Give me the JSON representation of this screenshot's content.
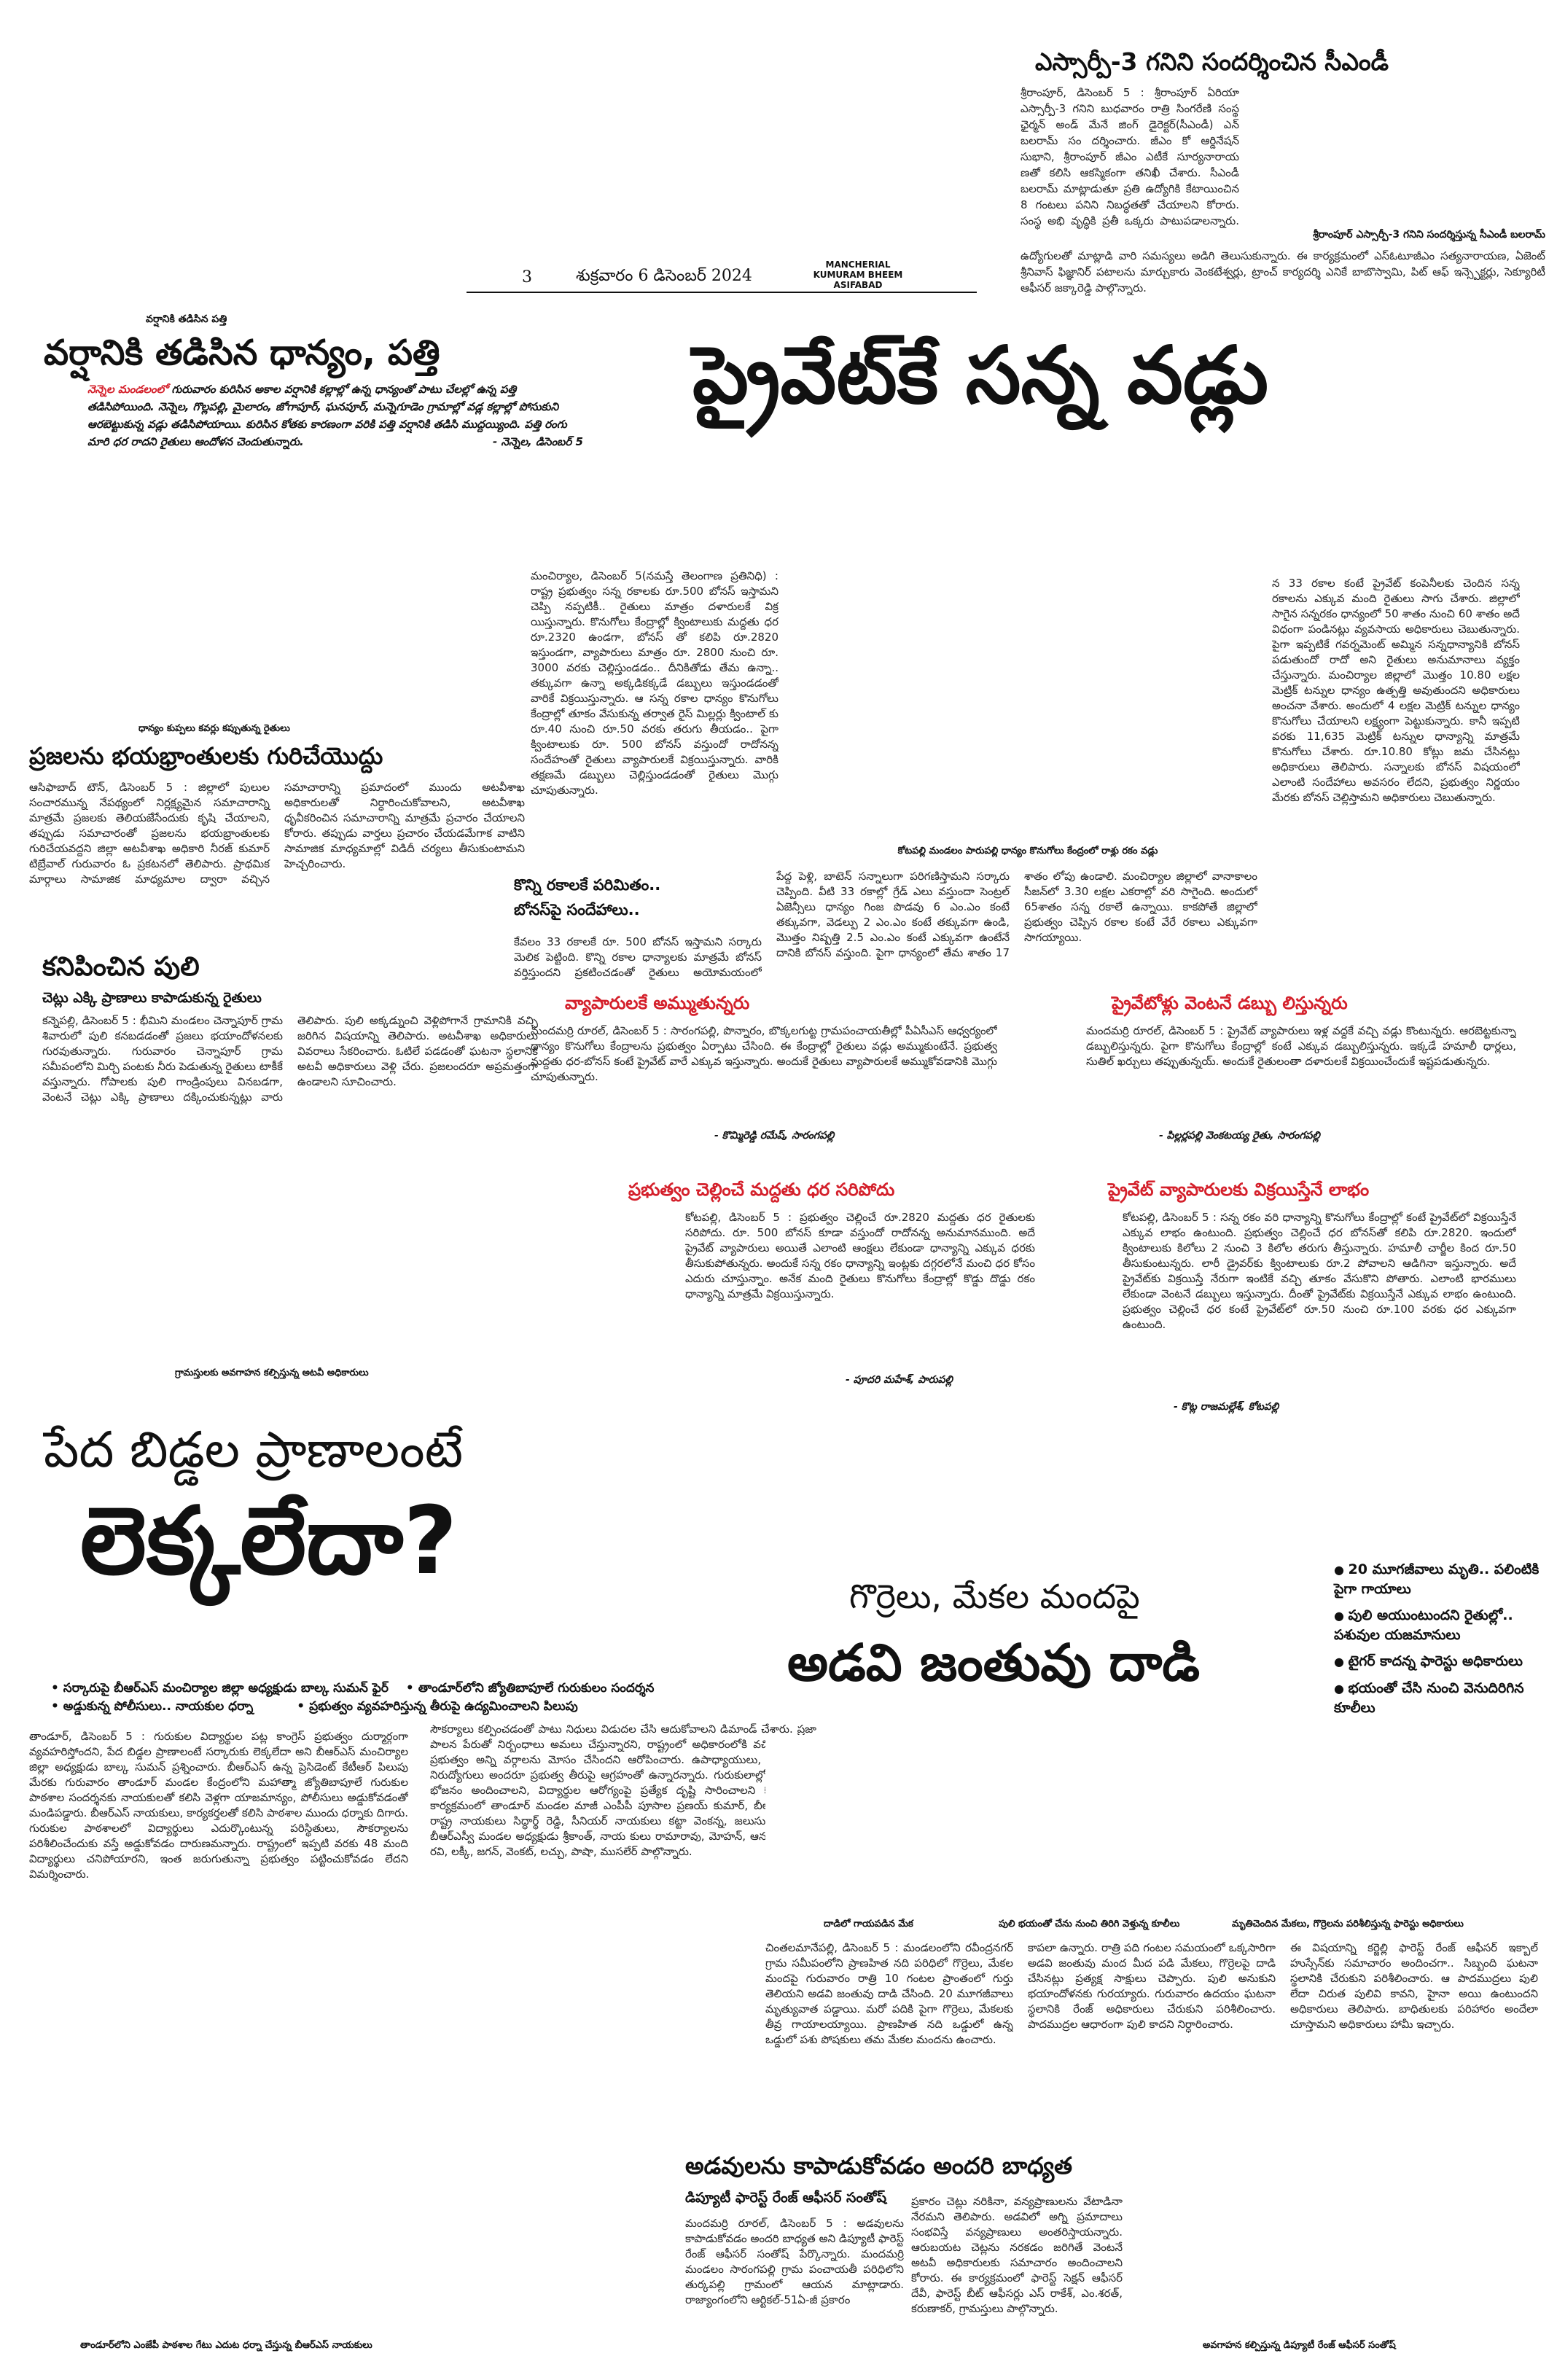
{
  "masthead": {
    "page_no": "3",
    "date": "శుక్రవారం 6 డిసెంబర్ 2024",
    "edition_1": "MANCHERIAL",
    "edition_2": "KUMURAM BHEEM",
    "edition_3": "ASIFABAD"
  },
  "cmd_story": {
    "headline": "ఎస్సార్పీ-3 గనిని సందర్శించిన సీఎండీ",
    "body": "శ్రీరాంపూర్, డిసెంబర్ 5 : శ్రీరాంపూర్ ఏరియా ఎస్సార్పీ-3 గనిని బుధవారం రాత్రి సింగరేణి సంస్థ ఛైర్మన్ అండ్ మేనే జింగ్ డైరెక్టర్(సీఎండీ) ఎన్ బలరామ్ సం దర్శించారు. జీఎం కో ఆర్డినేషన్ సుభాని, శ్రీరాంపూర్ జీఎం ఎటీకే సూర్యనారాయ ణతో కలిసి ఆకస్మికంగా తనిఖీ చేశారు. సీఎండీ బలరామ్ మాట్లాడుతూ ప్రతి ఉద్యోగికి కేటాయించిన 8 గంటలు పనిని నిబద్ధతతో చేయాలని కోరారు. సంస్థ అభి వృద్ధికి ప్రతీ ఒక్కరు పాటుపడాలన్నారు. ఉద్యోగులతో మాట్లాడి వారి సమస్యలు అడిగి తెలుసుకున్నారు. ఈ కార్యక్రమంలో ఎస్ఓటూజీఎం సత్యనారాయణ, ఏజెంట్ శ్రీనివాస్ ఫిజ్ఞానిర్ పటాలను మార్చుకారు వెంకటేశ్వర్లు, ట్రాంచ్ కార్యదర్శి ఎనికే బాబొస్వామి, పిట్ ఆఫ్ ఇన్స్పెక్టర్లు, సెక్యూరిటీ ఆఫీసర్ జక్కారెడ్డి పాల్గొన్నారు.",
    "caption": "శ్రీరాంపూర్ ఎస్సార్పీ-3 గనిని సందర్శిస్తున్న సీఎండీ బలరామ్"
  },
  "grain_story": {
    "kicker": "వర్షానికి తడిసిన పత్తి",
    "headline": "వర్షానికి తడిసిన ధాన్యం, పత్తి",
    "body_lead": "నెన్నెల మండలంలో",
    "body": " గురువారం కురిసిన అకాల వర్షానికి కల్లాల్లో ఉన్న ధాన్యంతో పాటు చేలల్లో ఉన్న పత్తి తడిసిపోయింది. నెన్నెల, గొల్లపల్లి, మైలారం, జోగాపూర్, ఘనపూర్, మన్నెగూడెం గ్రామాల్లో వడ్ల కల్లాల్లో పోసుకుని ఆరబెట్టుకున్న వడ్లు తడిసిపోయాయి. కురిసిన కోతకు కారణంగా వరికి పత్తి వర్షానికి తడిసి ముద్దయ్యింది. పత్తి రంగు మారి ధర రాదని రైతులు ఆందోళన చెందుతున్నారు.",
    "credit": "- నెన్నెల, డిసెంబర్ 5"
  },
  "lead_story": {
    "headline": "ప్రైవేట్‌కే సన్న వడ్లు",
    "col1": "మంచిర్యాల, డిసెంబర్ 5(నమస్తే తెలంగాణ ప్రతినిధి) : రాష్ట్ర ప్రభుత్వం సన్న రకాలకు రూ.500 బోనస్ ఇస్తామని చెప్పి నప్పటికీ.. రైతులు మాత్రం దళారులకే విక్ర యిస్తున్నారు. కొనుగోలు కేంద్రాల్లో క్వింటాలుకు మద్దతు ధర రూ.2320 ఉండగా, బోనస్ తో కలిపి రూ.2820 ఇస్తుండగా, వ్యాపారులు మాత్రం రూ. 2800 నుంచి రూ. 3000 వరకు చెల్లిస్తుండడం.. దీనికితోడు తేమ ఉన్నా.. తక్కువగా ఉన్నా అక్కడికక్కడే డబ్బులు ఇస్తుండడంతో వారికే విక్రయిస్తున్నారు. ఆ సన్న రకాల ధాన్యం కొనుగోలు కేంద్రాల్లో తూకం వేసుకున్న తర్వాత రైస్ మిల్లర్లు క్వింటాల్ కు రూ.40 నుంచి రూ.50 వరకు తరుగు తీయడం.. పైగా క్వింటాలుకు రూ. 500 బోనస్ వస్తుందో రాదోనన్న సందేహంతో రైతులు వ్యాపారులకే విక్రయిస్తున్నారు. వారికి తక్షణమే డబ్బులు చెల్లిస్తుండడంతో రైతులు మొగ్గు చూపుతున్నారు.",
    "col2": "న 33 రకాల కంటే ప్రైవేట్ కంపెనీలకు చెందిన సన్న రకాలను ఎక్కువ మంది రైతులు సాగు చేశారు. జిల్లాలో సాగైన సన్నరకం ధాన్యంలో 50 శాతం నుంచి 60 శాతం అదే విధంగా పండినట్లు వ్యవసాయ అధికారులు చెబుతున్నారు. పైగా ఇప్పటికే గవర్నమెంట్ అమ్మిన సన్నధాన్యానికి బోనస్ పడుతుందో రాదో అని రైతులు అనుమానాలు వ్యక్తం చేస్తున్నారు. మంచిర్యాల జిల్లాలో మొత్తం 10.80 లక్షల మెట్రిక్ టన్నుల ధాన్యం ఉత్పత్తి అవుతుందని అధికారులు అంచనా వేశారు. అందులో 4 లక్షల మెట్రిక్ టన్నుల ధాన్యం కొనుగోలు చేయాలని లక్ష్యంగా పెట్టుకున్నారు. కానీ ఇప్పటి వరకు 11,635 మెట్రిక్ టన్నుల ధాన్యాన్ని మాత్రమే కొనుగోలు చేశారు. రూ.10.80 కోట్లు జమ చేసినట్లు అధికారులు తెలిపారు. సన్నాలకు బోనస్ విషయంలో ఎలాంటి సందేహాలు అవసరం లేదని, ప్రభుత్వం నిర్ణయం మేరకు బోనస్ చెల్లిస్తామని అధికారులు చెబుతున్నారు.",
    "inner_kicker": "కొన్ని రకాలకే పరిమితం..",
    "inner_kicker_2": "బోనస్‌పై సందేహాలు..",
    "inner_body": "కేవలం 33 రకాలకే రూ. 500 బోనస్ ఇస్తామని సర్కారు మెలిక పెట్టింది. కొన్ని రకాల ధాన్యాలకు మాత్రమే బోనస్ వర్తిస్తుందని ప్రకటించడంతో రైతులు అయోమయంలో పడ్డారు.",
    "photo_caption": "కోటపల్లి మండలం పారుపల్లి ధాన్యం కొనుగోలు కేంద్రంలో రాశ్లు రకం వడ్లు",
    "col3": "పేద్ద పెళ్లి, బాటెన్ సన్నాలుగా పరిగణిస్తామని సర్కారు చెప్పింది. వీటి 33 రకాల్లో గ్రేడ్ ఎలు వస్తుందా సెంట్రల్ ఏజెన్సీలు ధాన్యం గింజ పొడవు 6 ఎం.ఎం కంటే తక్కువగా, వెడల్పు 2 ఎం.ఎం కంటే తక్కువగా ఉండి, మొత్తం నిష్పత్తి 2.5 ఎం.ఎం కంటే ఎక్కువగా ఉంటేనే దానికి బోనస్ వస్తుంది. పైగా ధాన్యంలో తేమ శాతం 17 శాతం లోపు ఉండాలి. మంచిర్యాల జిల్లాలో వానాకాలం సీజన్‌లో 3.30 లక్షల ఎకరాల్లో వరి సాగైంది. అందులో 65శాతం సన్న రకాలే ఉన్నాయి. కాకపోతే జిల్లాలో ప్రభుత్వం చెప్పిన రకాల కంటే వేరే రకాలు ఎక్కువగా సాగయ్యాయి."
  },
  "side_stories": {
    "fear_kicker": "ధాన్యం కుప్పలు కవర్లు కప్పుతున్న రైతులు",
    "fear_headline": "ప్రజలను భయభ్రాంతులకు గురిచేయొద్దు",
    "fear_body": "ఆసిఫాబాద్ టౌన్, డిసెంబర్ 5 : జిల్లాలో పులుల సంచారమున్న నేపథ్యంలో నిర్లక్ష్యమైన సమాచారాన్ని మాత్రమే ప్రజలకు తెలియజేసేందుకు కృషి చేయాలని, తప్పుడు సమాచారంతో ప్రజలను భయభ్రాంతులకు గురిచేయవద్దని జిల్లా అటవీశాఖ అధికారి నీరజ్ కుమార్ టిబ్రేవాల్ గురువారం ఓ ప్రకటనలో తెలిపారు. ప్రాథమిక మార్గాలు సామాజిక మాధ్యమాల ద్వారా వచ్చిన సమాచారాన్ని ప్రమాదంలో ముందు అటవీశాఖ అధికారులతో నిర్ధారించుకోవాలని, అటవీశాఖ ధృవీకరించిన సమాచారాన్ని మాత్రమే ప్రచారం చేయాలని కోరారు. తప్పుడు వార్తలు ప్రచారం చేయడమేగాక వాటిని సామాజిక మాధ్యమాల్లో విడిదీ చర్యలు తీసుకుంటామని హెచ్చరించారు.",
    "tiger_headline": "కనిపించిన పులి",
    "tiger_sub": "చెట్లు ఎక్కి ప్రాణాలు కాపాడుకున్న రైతులు",
    "tiger_body": "కన్నెపల్లి, డిసెంబర్ 5 : భీమిని మండలం చెన్నాపూర్ గ్రామ శివారులో పులి కనబడడంతో ప్రజలు భయాందోళనలకు గురవుతున్నారు. గురువారం చెన్నాపూర్ గ్రామ సమీపంలోని మిర్చి పంటకు నీరు పెడుతున్న రైతులు టాకీకే వస్తున్నారు. గోపాలకు పులి గాండ్రింపులు వినబడగా, వెంటనే చెట్లు ఎక్కి ప్రాణాలు దక్కించుకున్నట్లు వారు తెలిపారు. పులి అక్కడ్నుంచి వెళ్లిపోగానే గ్రామానికి వచ్చి జరిగిన విషయాన్ని తెలిపారు. అటవీశాఖ అధికారులు వివరాలు సేకరించారు. ఓటిలే పడడంతో ఘటనా స్థలానికి అటవీ అధికారులు వెళ్లి చేరు. ప్రజలందరూ అప్రమత్తంగా ఉండాలని సూచించారు."
  },
  "traders_story": {
    "headline": "వ్యాపారులకే అమ్ముతున్నరు",
    "body": "మందమర్రి రూరల్, డిసెంబర్ 5 : సారంగపల్లి, పొన్నారం, బొక్కలగుట్ట గ్రామపంచాయతీల్లో పీఏసీఎస్ ఆధ్వర్యంలో ధాన్యం కొనుగోలు కేంద్రాలను ప్రభుత్వం ఏర్పాటు చేసింది. ఈ కేంద్రాల్లో రైతులు వడ్లు అమ్ముకుంటేనే. ప్రభుత్వ మద్దతు ధర-బోనస్ కంటే ప్రైవేట్ వారే ఎక్కువ ఇస్తున్నారు. అందుకే రైతులు వ్యాపారులకే అమ్ముకోవడానికి మొగ్గు చూపుతున్నారు.",
    "credit": "- కొమ్మిరెడ్డి రమేష్, సారంగపల్లి"
  },
  "money_story": {
    "headline": "ప్రైవేటోళ్లు వెంటనే డబ్బు లిస్తున్నరు",
    "body": "మందమర్రి రూరల్, డిసెంబర్ 5 : ప్రైవేట్ వ్యాపారులు ఇళ్ల వద్దకే వచ్చి వడ్లు కొంటున్నరు. ఆరబెట్టకున్నా డబ్బులిస్తున్నరు. పైగా కొనుగోలు కేంద్రాల్లో కంటే ఎక్కువ డబ్బులిస్తున్నరు. ఇక్కడే హమాలీ ధార్లలు, సుతిల్ ఖర్చులు తప్పుతున్నయ్. అందుకే రైతులంతా దళారులకే విక్రయించేందుకే ఇష్టపడుతున్నరు.",
    "credit": "- పిల్లర్లపల్లి వెంకటయ్య రైతు, సారంగపల్లి"
  },
  "govt_story": {
    "headline": "ప్రభుత్వం చెల్లించే మద్దతు ధర సరిపోదు",
    "body": "కోటపల్లి, డిసెంబర్ 5 : ప్రభుత్వం చెల్లించే రూ.2820 మద్దతు ధర రైతులకు సరిపోదు. రూ. 500 బోనస్ కూడా వస్తుందో రాదోనన్న అనుమానముంది. అదే ప్రైవేట్ వ్యాపారులు అయితే ఎలాంటి ఆంక్షలు లేకుండా ధాన్యాన్ని ఎక్కువ ధరకు తీసుకుపోతున్నరు. అందుకే సన్న రకం ధాన్యాన్ని ఇంట్లకు దగ్గరలోనే మంచి ధర కోసం ఎదురు చూస్తున్నాం. అనేక మంది రైతులు కొనుగోలు కేంద్రాల్లో కొడ్డు దొడ్డు రకం ధాన్యాన్ని మాత్రమే విక్రయిస్తున్నారు.",
    "credit": "- పూదరి మహేశ్, పారుపల్లి"
  },
  "profit_story": {
    "headline": "ప్రైవేట్ వ్యాపారులకు విక్రయిస్తేనే లాభం",
    "body": "కోటపల్లి, డిసెంబర్ 5 : సన్న రకం వరి ధాన్యాన్ని కొనుగోలు కేంద్రాల్లో కంటే ప్రైవేట్‌లో విక్రయిస్తేనే ఎక్కువ లాభం ఉంటుంది. ప్రభుత్వం చెల్లించే ధర బోనస్‌తో కలిపి రూ.2820. ఇందులో క్వింటాలుకు కిలోలు 2 నుంచి 3 కిలోల తరుగు తీస్తున్నారు. హమాలీ చార్జీల కింద రూ.50 తీసుకుంటున్నరు. లారీ డ్రైవర్‌కు క్వింటాలుకు రూ.2 పోవాలని ఆడిగినా ఇస్తున్నారు. అదే ప్రైవేట్‌కు విక్రయిస్తే నేరుగా ఇంటికే వచ్చి తూకం వేసుకొని పోతారు. ఎలాంటి భారములు లేకుండా వెంటనే డబ్బులు ఇస్తున్నారు. దీంతో ప్రైవేట్‌కు విక్రయిస్తేనే ఎక్కువ లాభం ఉంటుంది. ప్రభుత్వం చెల్లించే ధర కంటే ప్రైవేట్‌లో రూ.50 నుంచి రూ.100 వరకు ధర ఎక్కువగా ఉంటుంది.",
    "credit": "- కొట్ల రాజమల్లేశ్, కోటపల్లి"
  },
  "children_story": {
    "kicker": "గ్రామస్తులకు అవగాహన కల్పిస్తున్న అటవీ అధికారులు",
    "headline_1": "పేద బిడ్డల ప్రాణాలంటే",
    "headline_2": "లెక్కలేదా?",
    "points": [
      "సర్కారుపై బీఆర్ఎస్ మంచిర్యాల జిల్లా అధ్యక్షుడు బాల్క సుమన్ ఫైర్",
      "తాండూర్‌లోని జ్యోతిబాపూలే గురుకులం సందర్శన",
      "అడ్డుకున్న పోలీసులు.. నాయకుల ధర్నా",
      "ప్రభుత్వం వ్యవహరిస్తున్న తీరుపై ఉద్యమించాలని పిలుపు"
    ],
    "col1": "తాండూర్, డిసెంబర్ 5 : గురుకుల విద్యార్థుల పట్ల కాంగ్రెస్ ప్రభుత్వం దుర్మార్గంగా వ్యవహరిస్తోందని, పేద బిడ్డల ప్రాణాలంటే సర్కారుకు లెక్కలేదా అని బీఆర్ఎస్ మంచిర్యాల జిల్లా అధ్యక్షుడు బాల్క సుమన్ ప్రశ్నించారు. బీఆర్ఎస్ ఉన్న ప్రెసిడెంట్ కేటీఆర్ పిలుపు మేరకు గురువారం తాండూర్ మండల కేంద్రంలోని మహాత్మా జ్యోతిబాపూలే గురుకుల పాఠశాల సందర్శనకు నాయకులతో కలిసి వెళ్లగా యాజమాన్యం, పోలీసులు అడ్డుకోవడంతో మండిపడ్డారు. బీఆర్ఎస్ నాయకులు, కార్యకర్తలతో కలిసి పాఠశాల ముందు ధర్నాకు దిగారు. గురుకుల పాఠశాలలో విద్యార్థులు ఎదుర్కొంటున్న పరిస్థితులు, సౌకర్యాలను పరిశీలించేందుకు వస్తే అడ్డుకోవడం దారుణమన్నారు. రాష్ట్రంలో ఇప్పటి వరకు 48 మంది విద్యార్థులు చనిపోయారని, ఇంత జరుగుతున్నా ప్రభుత్వం పట్టించుకోవడం లేదని విమర్శించారు.",
    "col2": "సౌకర్యాలు కల్పించడంతో పాటు నిధులు విడుదల చేసి ఆదుకోవాలని డిమాండ్ చేశారు. ప్రజా పాలన పేరుతో నిర్బంధాలు అమలు చేస్తున్నారని, రాష్ట్రంలో అధికారంలోకి వచ్చిన కాంగ్రెస్ ప్రభుత్వం అన్ని వర్గాలను మోసం చేసిందని ఆరోపించారు. ఉపాధ్యాయులు, ఉద్యోగులు, నిరుద్యోగులు అందరూ ప్రభుత్వ తీరుపై ఆగ్రహంతో ఉన్నారన్నారు. గురుకులాల్లో నాణ్యమైన భోజనం అందించాలని, విద్యార్థుల ఆరోగ్యంపై ప్రత్యేక దృష్టి సారించాలని కోరారు. ఈ కార్యక్రమంలో తాండూర్ మండల మాజీ ఎంపీపీ పూసాల ప్రణయ్ ‌కుమార్, బీఆర్ఎస్ పార్టీ రాష్ట్ర నాయకులు సిద్ధార్థ్ రెడ్డి, సీనియర్ నాయకులు కట్టా వెంకన్న, జలుసుగు విజయ్, బీఆర్ఎస్వీ మండల అధ్యక్షుడు శ్రీకాంత్, నాయ కులు రామారావు, మోహన్, ఆనంద్, సాయి, రవి, లక్కీ, జగన్, వెంకట్, లచ్చు, పాషా, ముసలేర్ పాల్గొన్నారు."
  },
  "animals_story": {
    "headline_1": "గొర్రెలు, మేకల మందపై",
    "headline_2": "అడవి జంతువు దాడి",
    "bullets": [
      "20 మూగజీవాలు మృతి.. పలింటికి పైగా గాయాలు",
      "పులి అయుంటుందని రైతుల్లో.. పశువుల యజమానులు",
      "టైగర్ కాదన్న ఫారెస్టు అధికారులు",
      "భయంతో చేసి నుంచి వెనుదిరిగిన కూలీలు"
    ],
    "photo_caption_1": "దాడిలో గాయపడిన మేక",
    "photo_caption_2": "పులి భయంతో చేను నుంచి తిరిగి వెళ్తున్న కూలీలు",
    "photo_caption_3": "మృతిచెందిన మేకలు, గొర్రెలను పరిశీలిస్తున్న ఫారెస్టు అధికారులు",
    "col1": "చింతలమానేపల్లి, డిసెంబర్ 5 : మండలంలోని రవీంద్రనగర్ గ్రామ సమీపంలోని ప్రాణహిత నది పరిధిలో గొర్రెలు, మేకల మందపై గురువారం రాత్రి 10 గంటల ప్రాంతంలో గుర్తు తెలియని అడవి జంతువు దాడి చేసింది. 20 మూగజీవాలు మృత్యువాత పడ్డాయి. మరో పదికి పైగా గొర్రెలు, మేకలకు తీవ్ర గాయాలయ్యాయి. ప్రాణహిత నది ఒడ్డులో ఉన్న ఒడ్డులో పశు పోషకులు తమ మేకల మందను ఉంచారు.",
    "col2": "కాపలా ఉన్నారు. రాత్రి పది గంటల సమయంలో ఒక్కసారిగా అడవి జంతువు మంద మీద పడి మేకలు, గొర్రెలపై దాడి చేసినట్లు ప్రత్యక్ష సాక్షులు చెప్పారు. పులి అనుకుని భయాందోళనకు గురయ్యారు. గురువారం ఉదయం ఘటనా స్థలానికి రేంజ్ అధికారులు చేరుకుని పరిశీలించారు. పాదముద్రల ఆధారంగా పులి కాదని నిర్ధారించారు.",
    "col3": "ఈ విషయాన్ని కర్జెల్లి ఫారెస్ట్ రేంజ్ ఆఫీసర్ ఇక్బాల్ హుస్సేన్‌కు సమాచారం అందించగా.. సిబ్బంది ఘటనా స్థలానికి చేరుకుని పరిశీలించారు. ఆ పాదముద్రలు పులి లేదా చిరుత పులివి కావని, హైనా అయి ఉంటుందని అధికారులు తెలిపారు. బాధితులకు పరిహారం అందేలా చూస్తామని అధికారులు హామీ ఇచ్చారు."
  },
  "forest_story": {
    "headline": "అడవులను కాపాడుకోవడం అందరి బాధ్యత",
    "sub": "డిప్యూటీ ఫారెస్ట్ రేంజ్ ఆఫీసర్ సంతోష్",
    "col1": "మందమర్రి రూరల్, డిసెంబర్ 5 : అడవులను కాపాడుకోవడం అందరి బాధ్యత అని డిప్యూటీ ఫారెస్ట్ రేంజ్ ఆఫీసర్ సంతోష్ పేర్కొన్నారు. మందమర్రి మండలం సారంగపల్లి గ్రామ పంచాయతీ పరిధిలోని తుర్కపల్లి గ్రామంలో ఆయన మాట్లాడారు. రాజ్యాంగంలోని ఆర్టికల్-51ఏ-జీ ప్రకారం",
    "col2": "ప్రకారం చెట్లు నరికినా, వన్యప్రాణులను వేటాడినా నేరమని తెలిపారు. అడవిలో అగ్ని ప్రమాదాలు సంభవిస్తే వన్యప్రాణులు అంతరిస్తాయన్నారు. ఆరుబయట చెట్లను నరకడం జరిగితే వెంటనే అటవీ అధికారులకు సమాచారం అందించాలని కోరారు. ఈ కార్యక్రమంలో ఫారెస్ట్ సెక్షన్ ఆఫీసర్ దేవీ, ఫారెస్ట్ బీట్ ఆఫీసర్లు ఎస్ రాకేశ్, ఎం.శరత్, కరుణాకర్, గ్రామస్తులు పాల్గొన్నారు.",
    "caption_left": "తాండూర్‌లోని ఎంజేపీ పాఠశాల గేటు ఎదుట ధర్నా చేస్తున్న బీఆర్ఎస్ నాయకులు",
    "caption_right": "అవగాహన కల్పిస్తున్న డిప్యూటీ రేంజ్ ఆఫీసర్ సంతోష్"
  }
}
